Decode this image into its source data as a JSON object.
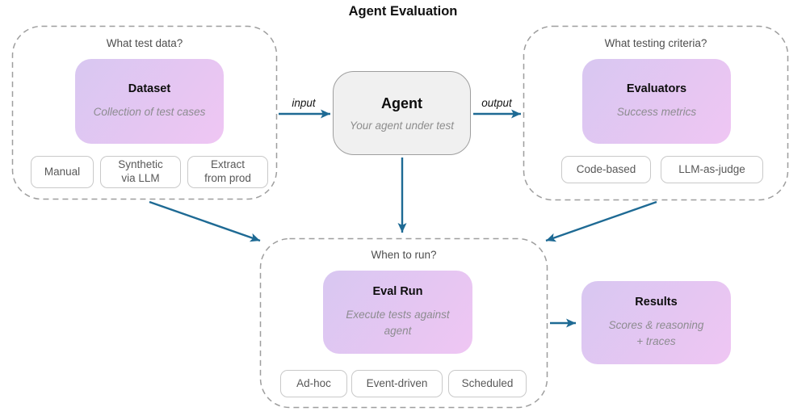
{
  "title": "Agent Evaluation",
  "colors": {
    "arrow": "#1e6a94",
    "card_gradient_start": "#d8c7f1",
    "card_gradient_end": "#efc6f3",
    "dashed_border": "#9e9e9e",
    "agent_fill": "#f0f0f0"
  },
  "agent": {
    "title": "Agent",
    "subtitle": "Your agent under test",
    "input_label": "input",
    "output_label": "output"
  },
  "test_data": {
    "label": "What test data?",
    "card": {
      "title": "Dataset",
      "subtitle": "Collection of test cases"
    },
    "chips": [
      "Manual",
      "Synthetic\nvia LLM",
      "Extract\nfrom prod"
    ]
  },
  "criteria": {
    "label": "What testing criteria?",
    "card": {
      "title": "Evaluators",
      "subtitle": "Success metrics"
    },
    "chips": [
      "Code-based",
      "LLM-as-judge"
    ]
  },
  "when_to_run": {
    "label": "When to run?",
    "card": {
      "title": "Eval Run",
      "subtitle": "Execute tests against\nagent"
    },
    "chips": [
      "Ad-hoc",
      "Event-driven",
      "Scheduled"
    ]
  },
  "results": {
    "title": "Results",
    "subtitle": "Scores & reasoning\n+ traces"
  }
}
